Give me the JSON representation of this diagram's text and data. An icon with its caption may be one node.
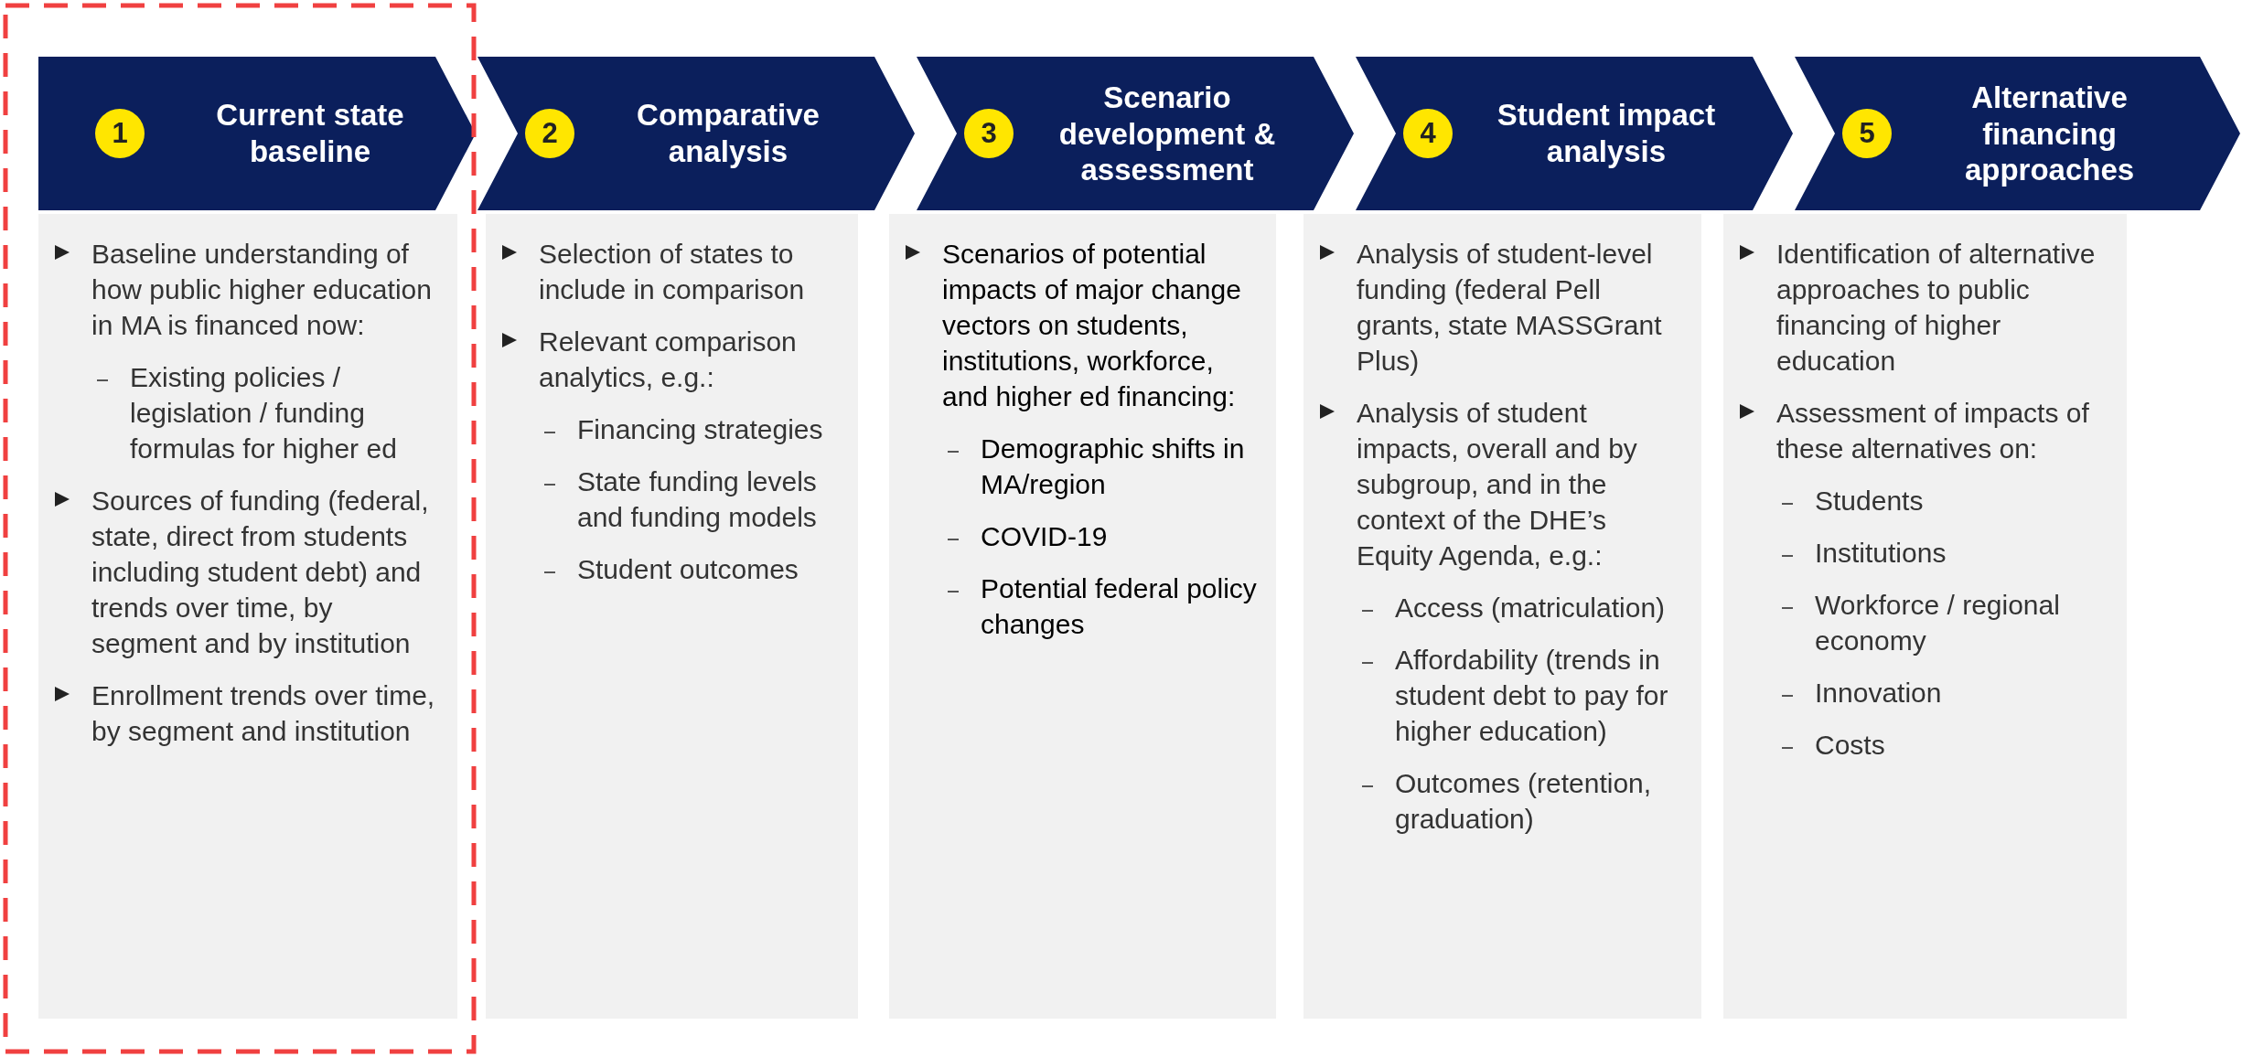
{
  "diagram": {
    "nodes": [
      {
        "text": [
          "Current state baseline"
        ]
      },
      {
        "text": [
          "1"
        ],
        "in": 0
      },
      {
        "text": [
          "Comparative analysis"
        ]
      },
      {
        "text": [
          "2"
        ],
        "in": 2
      },
      {
        "text": [
          "Scenario development & assessment"
        ]
      },
      {
        "text": [
          "3"
        ],
        "in": 4
      },
      {
        "text": [
          "Student impact analysis"
        ]
      },
      {
        "text": [
          "4"
        ],
        "in": 6
      },
      {
        "text": [
          "Alternative financing approaches"
        ]
      },
      {
        "text": [
          "5"
        ],
        "in": 8
      },
      {
        "text": [
          "Baseline understanding of how public higher education in MA is financed now:",
          "Existing policies / legislation / funding formulas for higher ed",
          "Sources of funding (federal, state, direct from students including student debt) and trends over time, by segment and by institution",
          "Enrollment trends over time, by segment and institution"
        ]
      },
      {
        "text": [
          "Selection of states to include in comparison",
          "Relevant comparison analytics, e.g.:",
          "Financing strategies",
          "State funding levels and funding models",
          "Student outcomes"
        ]
      },
      {
        "text": [
          "Scenarios of potential impacts of major change vectors on students, institutions, workforce, and higher ed financing:",
          "Demographic shifts in MA/region",
          "COVID-19",
          "Potential federal policy changes"
        ]
      },
      {
        "text": [
          "Analysis of student-level funding (federal Pell grants, state MASSGrant Plus)",
          "Analysis of student impacts, overall and by subgroup, and in the context of the DHE’s Equity Agenda, e.g.:",
          "Access (matriculation)",
          "Affordability (trends in student debt to pay for higher education)",
          "Outcomes (retention, graduation)"
        ]
      },
      {
        "text": [
          "Identification of alternative approaches to public financing of higher education",
          "Assessment of impacts of these alternatives on:",
          "Students",
          "Institutions",
          "Workforce / regional economy",
          "Innovation",
          "Costs"
        ]
      }
    ]
  }
}
